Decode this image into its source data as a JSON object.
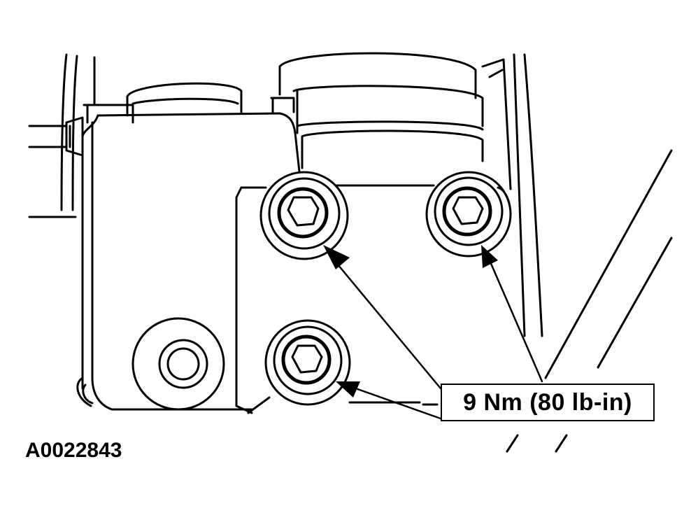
{
  "callout": {
    "torque_label": "9 Nm (80 lb-in)"
  },
  "figure": {
    "id": "A0022843"
  },
  "colors": {
    "line": "#000000",
    "background": "#ffffff"
  },
  "icons": {
    "bolt": "hex-socket-bolt",
    "arrow": "leader-arrow"
  }
}
